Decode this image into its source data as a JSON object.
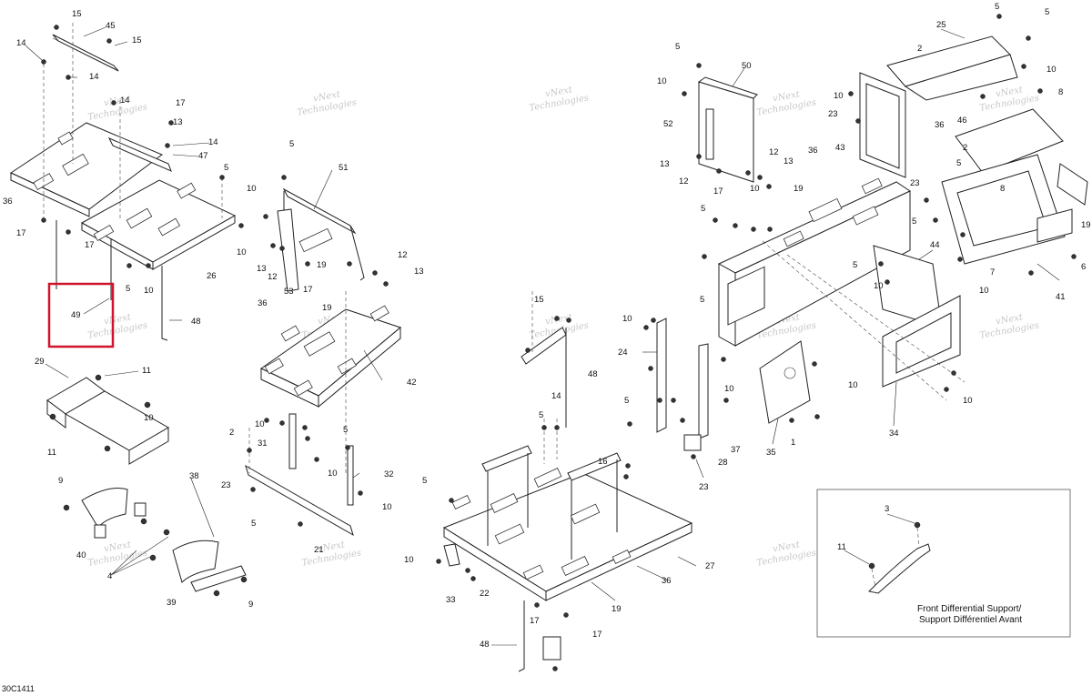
{
  "diagram": {
    "drawing_code": "30C1411",
    "inset_caption_line1": "Front Differential Support/",
    "inset_caption_line2": "Support Différentiel Avant",
    "watermark_line1": "vNext",
    "watermark_line2": "Technologies",
    "highlighted_callout": "49",
    "highlight_color": "#d0142c",
    "callouts": [
      "1",
      "2",
      "3",
      "4",
      "5",
      "6",
      "7",
      "8",
      "9",
      "10",
      "11",
      "12",
      "13",
      "14",
      "15",
      "16",
      "17",
      "19",
      "21",
      "22",
      "23",
      "24",
      "25",
      "26",
      "27",
      "28",
      "29",
      "31",
      "32",
      "33",
      "34",
      "35",
      "36",
      "37",
      "38",
      "39",
      "40",
      "41",
      "42",
      "43",
      "44",
      "45",
      "46",
      "47",
      "48",
      "49",
      "50",
      "51",
      "52",
      "53"
    ]
  }
}
